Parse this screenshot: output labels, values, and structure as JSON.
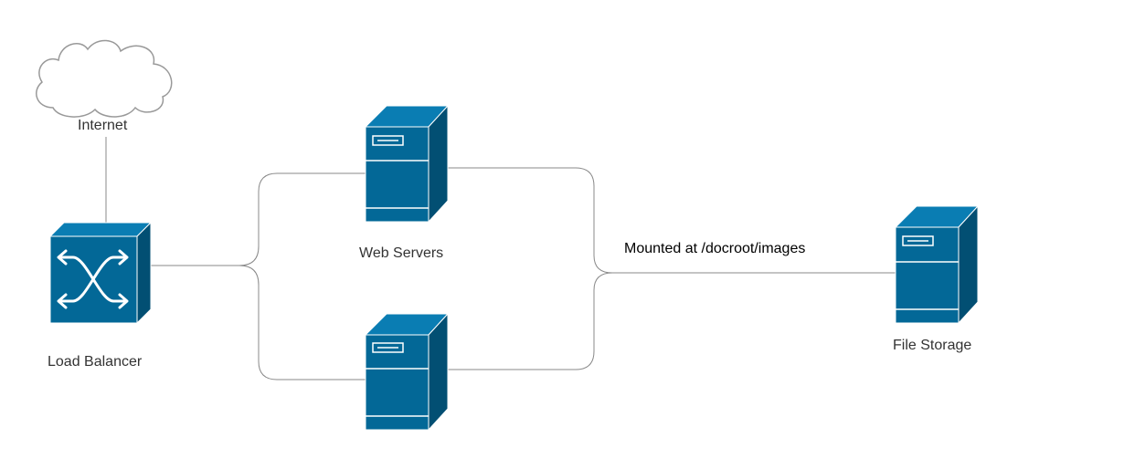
{
  "diagram": {
    "labels": {
      "internet": "Internet",
      "load_balancer": "Load Balancer",
      "web_servers": "Web Servers",
      "mount": "Mounted at /docroot/images",
      "file_storage": "File Storage"
    },
    "colors": {
      "device_front": "#036897",
      "device_side": "#024f73",
      "device_top": "#0a7db3",
      "connector": "#888888",
      "cloud_stroke": "#999999"
    }
  }
}
